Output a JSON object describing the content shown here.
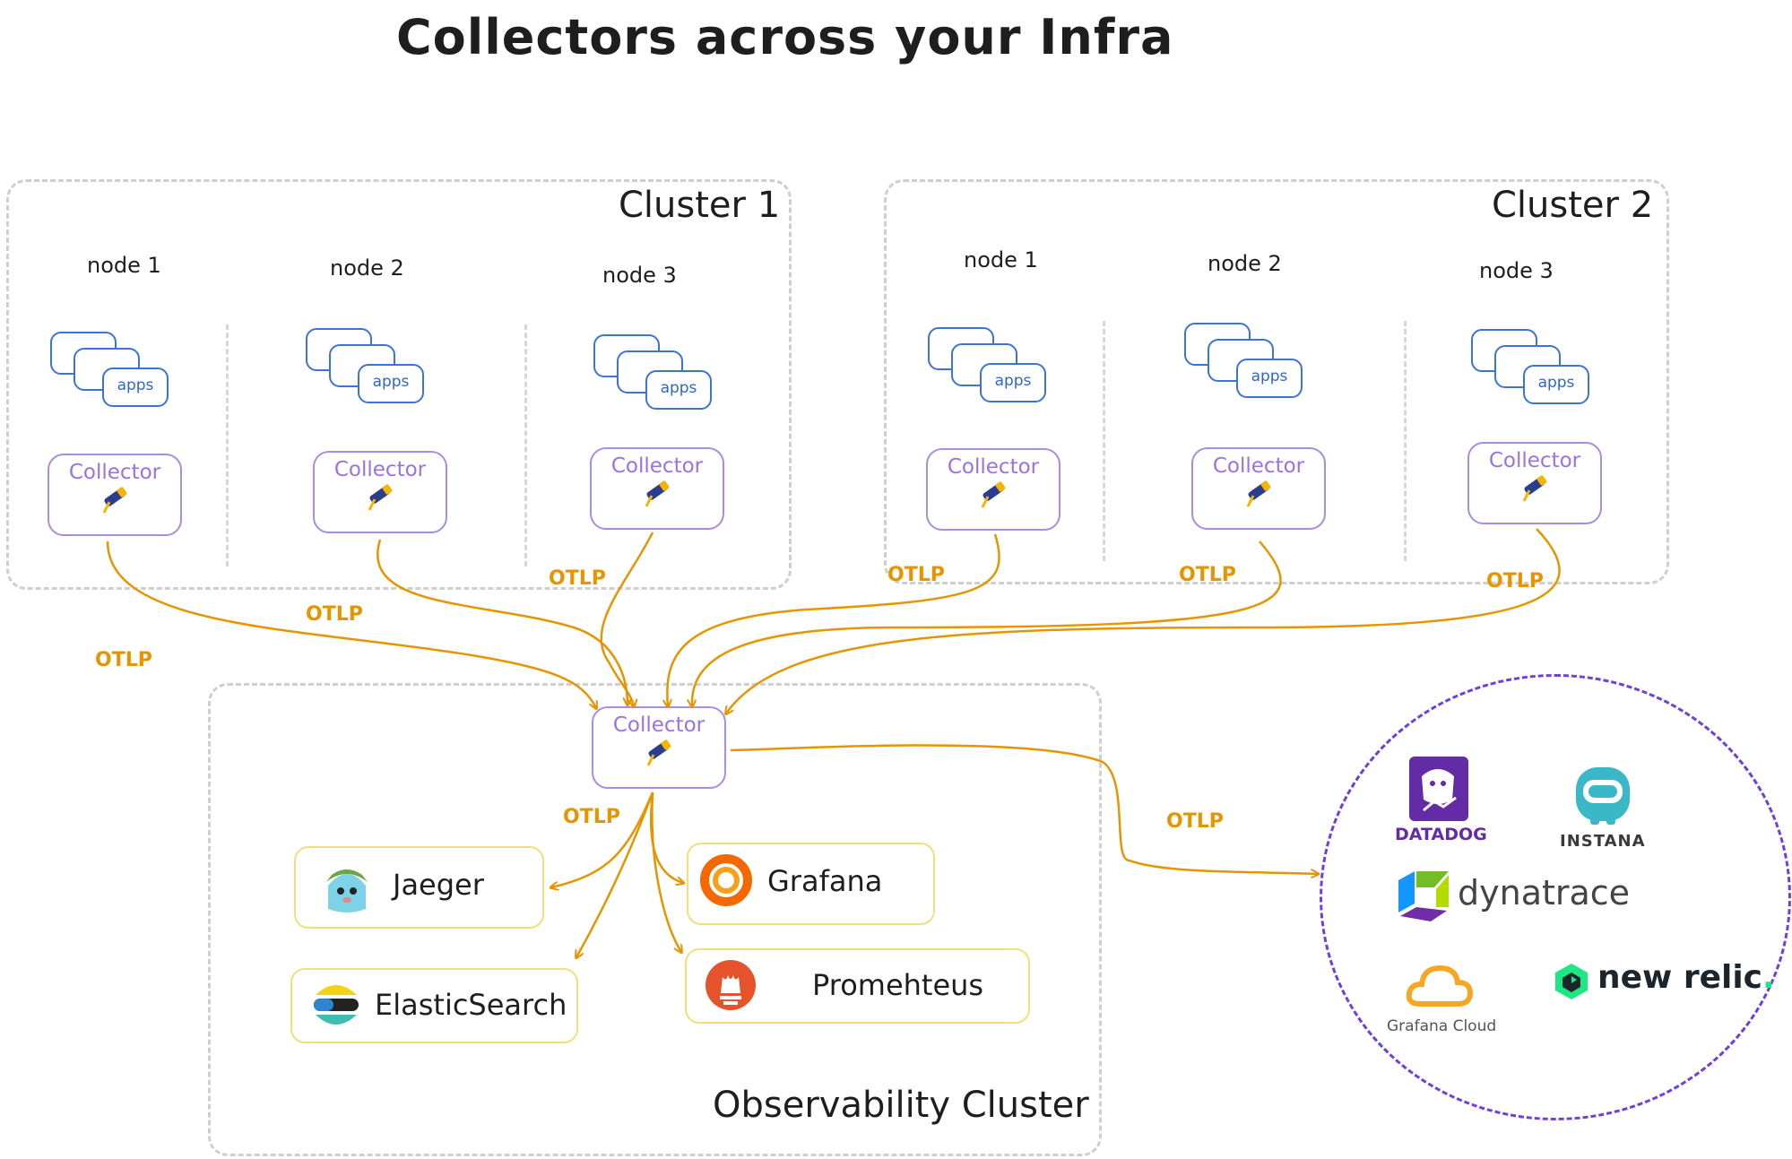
{
  "title": "Collectors across your Infra",
  "clusters": [
    {
      "title": "Cluster 1",
      "nodes": [
        "node 1",
        "node 2",
        "node 3"
      ]
    },
    {
      "title": "Cluster 2",
      "nodes": [
        "node 1",
        "node 2",
        "node 3"
      ]
    }
  ],
  "apps_label": "apps",
  "collector_label": "Collector",
  "otlp_label": "OTLP",
  "observability_cluster": {
    "title": "Observability Cluster",
    "backends": [
      "Jaeger",
      "Grafana",
      "ElasticSearch",
      "Promehteus"
    ]
  },
  "vendors": {
    "datadog": "DATADOG",
    "instana": "INSTANA",
    "dynatrace": "dynatrace",
    "grafana_cloud": "Grafana Cloud",
    "new_relic": "new relic",
    "new_relic_mark": "."
  },
  "colors": {
    "arrow": "#e69500",
    "collector_border": "#a98ce6",
    "apps_border": "#3b73d6",
    "backend_border": "#f0e07a",
    "vendor_circle": "#6f3fd9",
    "cluster_border": "#cfcfcf"
  },
  "icons": [
    "telescope-icon",
    "jaeger-icon",
    "grafana-icon",
    "elasticsearch-icon",
    "prometheus-icon",
    "datadog-icon",
    "instana-icon",
    "dynatrace-icon",
    "grafana-cloud-icon",
    "new-relic-icon"
  ]
}
